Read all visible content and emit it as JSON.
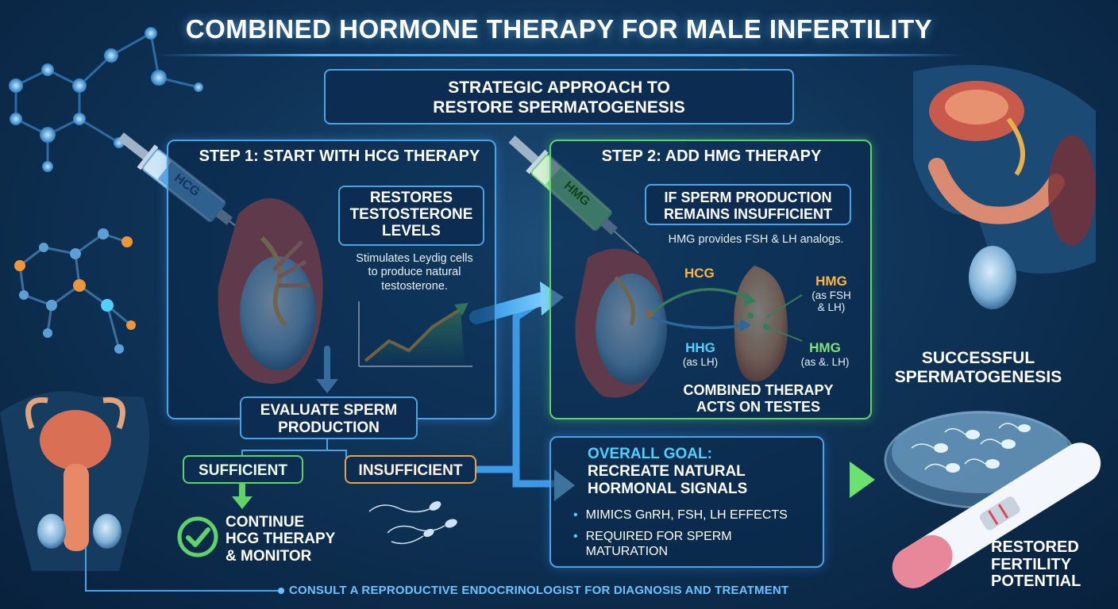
{
  "title": "COMBINED HORMONE THERAPY FOR MALE INFERTILITY",
  "approach": {
    "line1": "STRATEGIC APPROACH TO",
    "line2": "RESTORE SPERMATOGENESIS"
  },
  "step1": {
    "heading": "STEP 1:  START WITH HCG THERAPY",
    "syringe_label": "HCG",
    "box_line1": "RESTORES",
    "box_line2": "TESTOSTERONE",
    "box_line3": "LEVELS",
    "desc_line1": "Stimulates Leydig cells",
    "desc_line2": "to produce natural",
    "desc_line3": "testosterone."
  },
  "evaluate": {
    "line1": "EVALUATE SPERM",
    "line2": "PRODUCTION"
  },
  "sufficient": "SUFFICIENT",
  "insufficient": "INSUFFICIENT",
  "continue": {
    "line1": "CONTINUE",
    "line2": "HCG THERAPY",
    "line3": "& MONITOR"
  },
  "step2": {
    "heading": "STEP 2: ADD HMG THERAPY",
    "syringe_label": "HMG",
    "box_line1": "IF SPERM PRODUCTION",
    "box_line2": "REMAINS INSUFFICIENT",
    "desc": "HMG provides FSH & LH analogs.",
    "label_hcg": "HCG",
    "label_hmg_top": "HMG",
    "label_hmg_top_sub1": "(as FSH",
    "label_hmg_top_sub2": "& LH)",
    "label_hhg": "HHG",
    "label_hhg_sub": "(as LH)",
    "label_hmg_bottom": "HMG",
    "label_hmg_bottom_sub": "(as &. LH)",
    "combined_line1": "COMBINED THERAPY",
    "combined_line2": "ACTS ON TESTES"
  },
  "goal": {
    "heading": "OVERALL GOAL:",
    "line1": "RECREATE NATURAL",
    "line2": "HORMONAL SIGNALS",
    "bullet1": "MIMICS GnRH, FSH, LH EFFECTS",
    "bullet2_line1": "REQUIRED FOR SPERM",
    "bullet2_line2": "MATURATION"
  },
  "success": {
    "line1": "SUCCESSFUL",
    "line2": "SPERMATOGENESIS"
  },
  "restored": {
    "line1": "RESTORED",
    "line2": "FERTILITY",
    "line3": "POTENTIAL"
  },
  "footer": "CONSULT A REPRODUCTIVE ENDOCRINOLOGIST FOR DIAGNOSIS AND TREATMENT",
  "colors": {
    "accent_blue": "#4aa3e6",
    "accent_green": "#5fd36a",
    "accent_orange": "#ffb640",
    "background": "#0f3458"
  }
}
